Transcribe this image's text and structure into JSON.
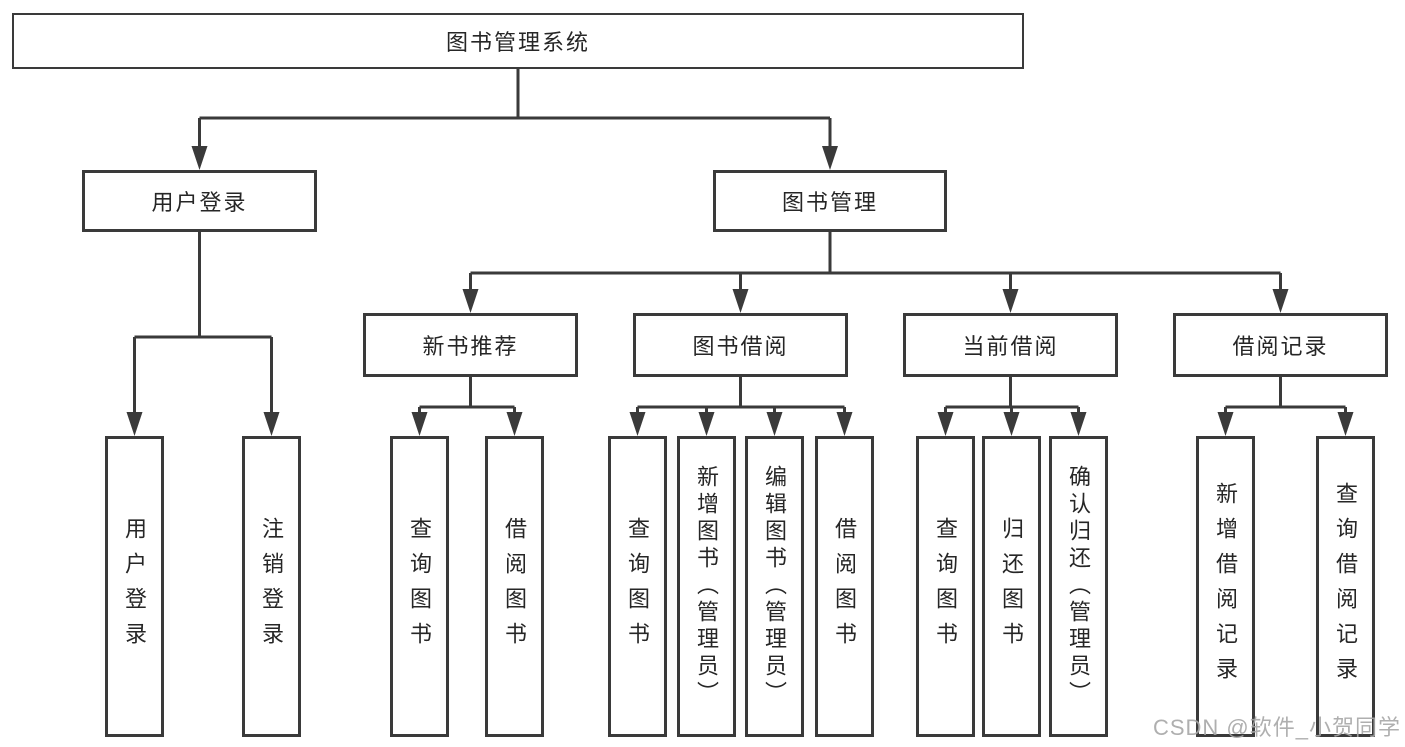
{
  "diagram": {
    "tree": {
      "root": {
        "label": "图书管理系统"
      },
      "branches": [
        {
          "label": "用户登录",
          "leaves": [
            {
              "label": "用户登录"
            },
            {
              "label": "注销登录"
            }
          ]
        },
        {
          "label": "图书管理",
          "sections": [
            {
              "label": "新书推荐",
              "leaves": [
                {
                  "label": "查询图书"
                },
                {
                  "label": "借阅图书"
                }
              ]
            },
            {
              "label": "图书借阅",
              "leaves": [
                {
                  "label": "查询图书"
                },
                {
                  "label": "新增图书（管理员）"
                },
                {
                  "label": "编辑图书（管理员）"
                },
                {
                  "label": "借阅图书"
                }
              ]
            },
            {
              "label": "当前借阅",
              "leaves": [
                {
                  "label": "查询图书"
                },
                {
                  "label": "归还图书"
                },
                {
                  "label": "确认归还（管理员）"
                }
              ]
            },
            {
              "label": "借阅记录",
              "leaves": [
                {
                  "label": "新增借阅记录"
                },
                {
                  "label": "查询借阅记录"
                }
              ]
            }
          ]
        }
      ]
    }
  },
  "watermark": {
    "text": "CSDN @软件_小贺同学",
    "color": "#a6a6a6"
  },
  "colors": {
    "line": "#3a3a3a",
    "box_border": "#3a3a3a",
    "box_fill": "#ffffff",
    "text": "#262626",
    "background": "#ffffff"
  }
}
